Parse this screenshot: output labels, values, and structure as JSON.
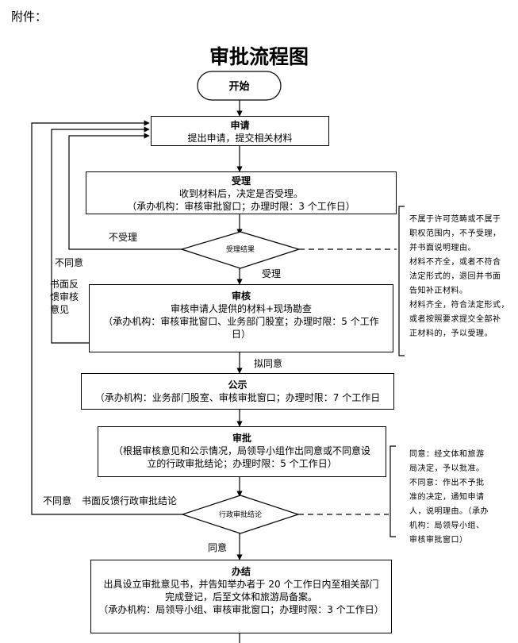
{
  "attachment": "附件：",
  "title": "审批流程图",
  "start": "开始",
  "apply": {
    "title": "申请",
    "desc": "提出申请，提交相关材料"
  },
  "accept": {
    "title": "受理",
    "line1": "收到材料后，决定是否受理。",
    "line2": "（承办机构：审核审批窗口；办理时限：3 个工作日）"
  },
  "decision1": "受理结果",
  "review": {
    "title": "审核",
    "line1": "审核申请人提供的材料+现场勘查",
    "line2": "（承办机构：审核审批窗口、业务部门股室；办理时限：5 个工作",
    "line3": "日）"
  },
  "publicity": {
    "title": "公示",
    "line1": "（承办机构：业务部门股室、审核审批窗口；办理时限：7 个工作日"
  },
  "approve": {
    "title": "审批",
    "line1": "（根据审核意见和公示情况，局领导小组作出同意或不同意设",
    "line2": "立的行政审批结论；办理时限：5 个工作日）"
  },
  "decision2": "行政审批结论",
  "complete": {
    "title": "办结",
    "line1": "出具设立审批意见书，并告知举办者于 20 个工作日内至相关部门",
    "line2": "完成登记，后至文体和旅游局备案。",
    "line3": "（承办机构：局领导小组、审核审批窗口；办理时限：3 个工作日）"
  },
  "labels": {
    "not_accept": "不受理",
    "accept": "受理",
    "disagree1": "不同意",
    "written_feedback_review": [
      "书面反",
      "馈审核",
      "意见"
    ],
    "proposed_agree": "拟同意",
    "disagree2": "不同意",
    "written_feedback_conclusion": "书面反馈行政审批结论",
    "agree": "同意"
  },
  "side_note_1": [
    "不属于许可范畴或不属于",
    "职权范围内，不予受理，",
    "并书面说明理由。",
    "材料不齐全，或者不符合",
    "法定形式的，退回并书面",
    "告知补正材料。",
    "材料齐全，符合法定形式，",
    "或者按照要求提交全部补",
    "正材料的，予以受理。"
  ],
  "side_note_2": [
    "同意：经文体和旅游",
    "局决定，予以批准。",
    "不同意：作出不予批",
    "准的决定，通知申请",
    "人，说明理由。（承办",
    "机构：局领导小组、",
    "审核审批窗口）"
  ]
}
